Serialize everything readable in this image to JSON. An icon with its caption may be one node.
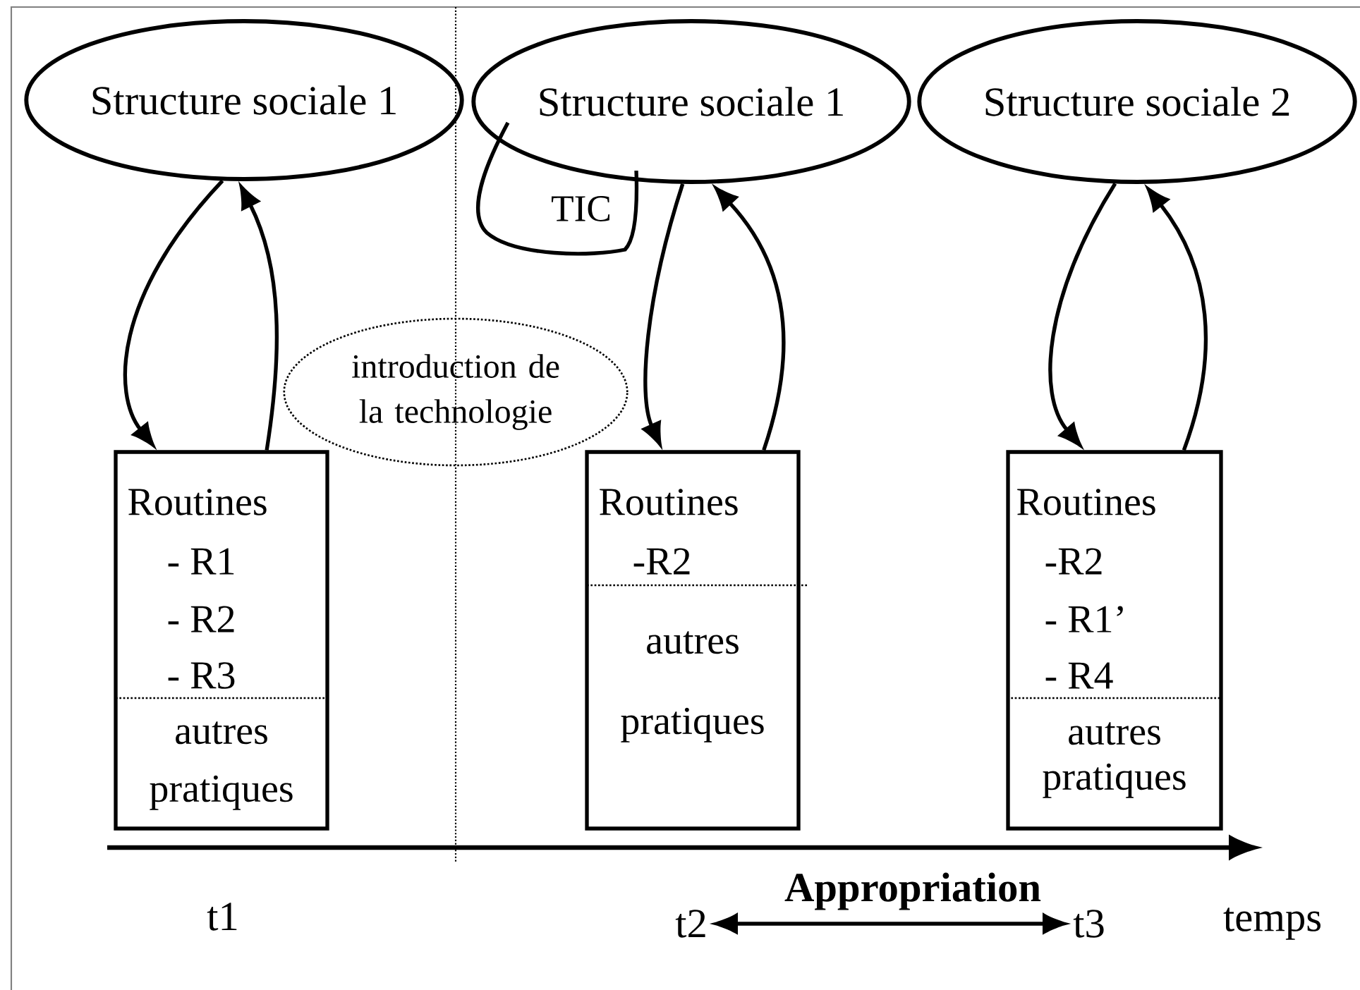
{
  "diagram": {
    "nodes": [
      {
        "text": [
          "Structure sociale 1"
        ]
      },
      {
        "text": [
          "Structure sociale 1"
        ]
      },
      {
        "text": [
          "Structure sociale 2"
        ]
      },
      {
        "text": [
          "TIC"
        ]
      },
      {
        "text": [
          "Routines",
          "- R1",
          "- R2",
          "- R3",
          "autres pratiques"
        ]
      },
      {
        "text": [
          "Routines",
          "-R2",
          "autres pratiques"
        ]
      },
      {
        "text": [
          "Routines",
          "-R2",
          "- R1’",
          "- R4",
          "autres pratiques"
        ]
      },
      {
        "text": [
          "introduction de la technologie"
        ]
      },
      {
        "text": [
          "t2"
        ]
      },
      {
        "text": [
          "t3"
        ]
      }
    ],
    "edges": [
      {
        "from": 0,
        "to": 4,
        "arrow": "to"
      },
      {
        "from": 4,
        "to": 0,
        "arrow": "to"
      },
      {
        "from": 1,
        "to": 5,
        "arrow": "to"
      },
      {
        "from": 5,
        "to": 1,
        "arrow": "to"
      },
      {
        "from": 2,
        "to": 6,
        "arrow": "to"
      },
      {
        "from": 6,
        "to": 2,
        "arrow": "to"
      },
      {
        "from": 8,
        "to": 9,
        "arrow": "both",
        "label": "Appropriation"
      }
    ],
    "labels": [
      "t1",
      "temps"
    ]
  }
}
